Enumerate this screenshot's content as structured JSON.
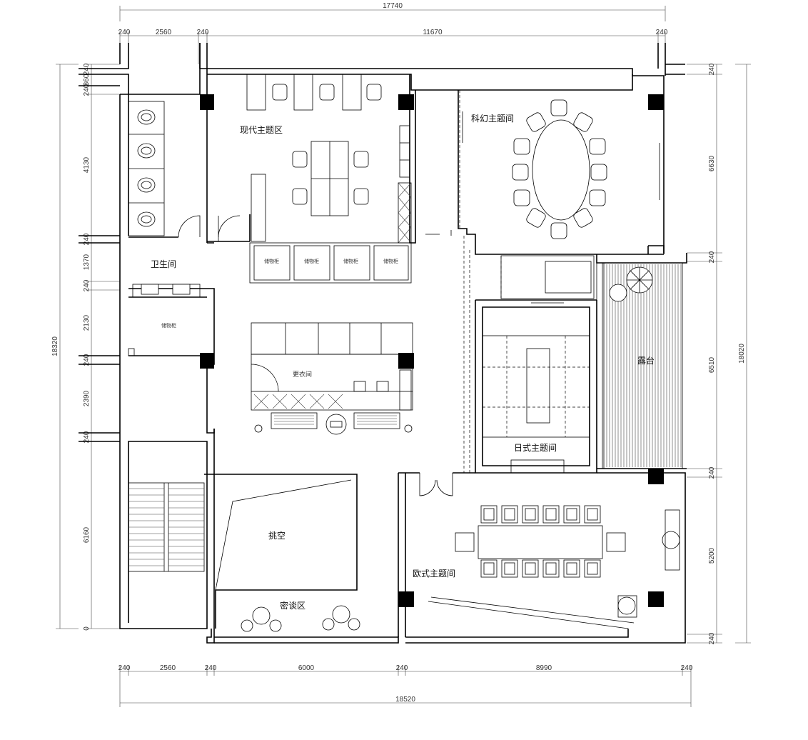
{
  "dimensions": {
    "top_total": "17740",
    "top_segments": [
      "240",
      "2560",
      "240",
      "11670",
      "240"
    ],
    "bottom_total": "18520",
    "bottom_segments": [
      "240",
      "2560",
      "240",
      "6000",
      "240",
      "8990",
      "240"
    ],
    "left_total": "18320",
    "left_segments": [
      "240",
      "360",
      "240",
      "4130",
      "240",
      "1370",
      "240",
      "2130",
      "240",
      "2390",
      "240",
      "6160",
      "0"
    ],
    "right_total": "18020",
    "right_segments": [
      "240",
      "6630",
      "240",
      "6510",
      "240",
      "5200",
      "240"
    ]
  },
  "rooms": {
    "modern": "现代主题区",
    "scifi": "科幻主题间",
    "toilet": "卫生间",
    "japanese": "日式主题间",
    "balcony": "露台",
    "european": "欧式主题间",
    "void": "挑空",
    "private": "密谈区",
    "dressing": "更衣间"
  },
  "small_labels": {
    "lockers": [
      "储物柜",
      "储物柜",
      "储物柜",
      "储物柜"
    ],
    "cabinet": "储物柜"
  }
}
